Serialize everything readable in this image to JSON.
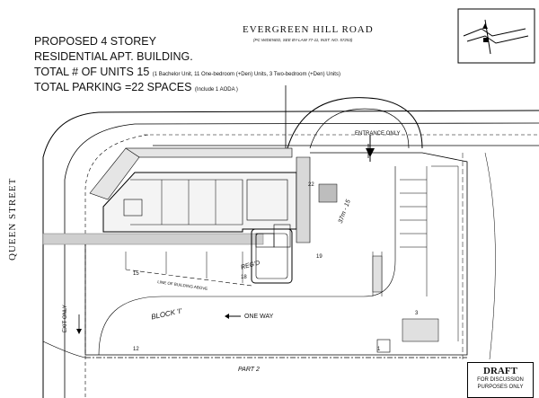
{
  "header": {
    "line1": "PROPOSED 4 STOREY",
    "line2": "RESIDENTIAL APT. BUILDING.",
    "units_label": "TOTAL  # OF UNITS 15",
    "units_detail": "(1 Bachelor Unit, 11 One-bedroom (+Den) Units, 3 Two-bedroom (+Den) Units)",
    "parking_label": "TOTAL PARKING =22 SPACES",
    "parking_detail": "(Include 1 AODA )"
  },
  "streets": {
    "evergreen": "EVERGREEN HILL ROAD",
    "evergreen_sub": "(PC WIDENED, SEE BY-LAW 77-11, INST. NO. 57253)",
    "queen": "QUEEN STREET"
  },
  "labels": {
    "entrance": "ENTRANCE ONLY",
    "exit": "EXIT ONLY",
    "one_way": "ONE WAY",
    "block": "BLOCK 'I'",
    "part": "PART 2",
    "reg": "REG'D",
    "dim": "37m - 15",
    "line_of_bldg": "LINE OF BUILDING ABOVE",
    "n22": "22",
    "n19": "19",
    "n18": "18",
    "n12": "12",
    "n1": "1",
    "n3": "3",
    "n15": "15"
  },
  "draft": {
    "title": "DRAFT",
    "line1": "FOR DISCUSSION",
    "line2": "PURPOSES ONLY"
  },
  "icons": [
    "north-arrow-icon",
    "key-map-icon"
  ]
}
